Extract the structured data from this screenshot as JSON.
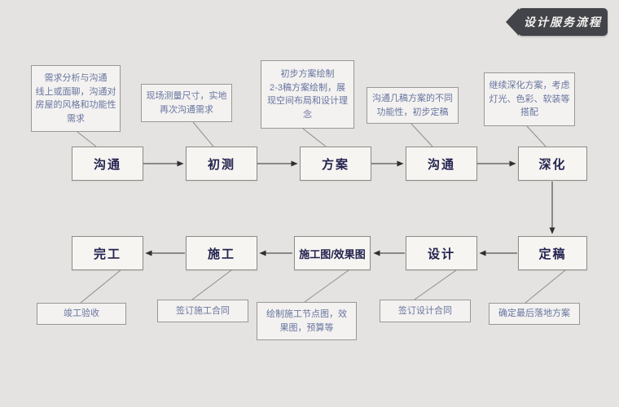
{
  "banner": {
    "title": "设计服务流程"
  },
  "colors": {
    "background": "#e5e3e1",
    "banner_bg": "#43444a",
    "banner_text": "#f4f2ef",
    "step_bg": "#f7f5f2",
    "step_border": "#8d8b88",
    "step_text": "#23234f",
    "note_text": "#6674a0",
    "arrow": "#2f2f2f",
    "connector": "#8f8d8a"
  },
  "flow_boxes": {
    "top": [
      {
        "label": "沟通"
      },
      {
        "label": "初测"
      },
      {
        "label": "方案"
      },
      {
        "label": "沟通"
      },
      {
        "label": "深化"
      }
    ],
    "bottom": [
      {
        "label": "完工"
      },
      {
        "label": "施工"
      },
      {
        "label": "施工图/效果图"
      },
      {
        "label": "设计"
      },
      {
        "label": "定稿"
      }
    ]
  },
  "annotations": {
    "top": [
      {
        "text": "需求分析与沟通\n线上或面聊，沟通对\n房屋的风格和功能性\n需求"
      },
      {
        "text": "现场测量尺寸，实地\n再次沟通需求"
      },
      {
        "text": "初步方案绘制\n2-3稿方案绘制，展\n现空间布局和设计理\n念"
      },
      {
        "text": "沟通几稿方案的不同\n功能性，初步定稿"
      },
      {
        "text": "继续深化方案，考虑\n灯光、色彩、软装等\n搭配"
      }
    ],
    "bottom": [
      {
        "text": "竣工验收"
      },
      {
        "text": "签订施工合同"
      },
      {
        "text": "绘制施工节点图，效\n果图，预算等"
      },
      {
        "text": "签订设计合同"
      },
      {
        "text": "确定最后落地方案"
      }
    ]
  }
}
